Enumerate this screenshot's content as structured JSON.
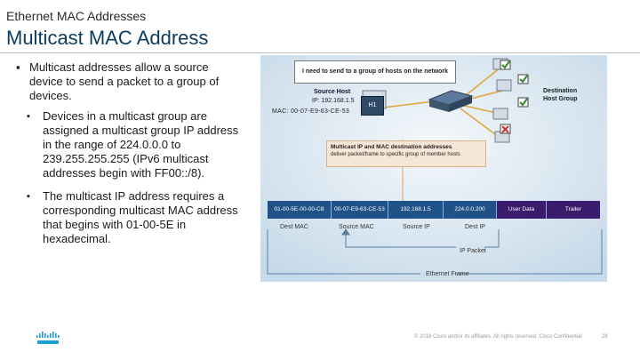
{
  "header": {
    "kicker": "Ethernet MAC Addresses",
    "title": "Multicast MAC Address"
  },
  "bullets": {
    "main": "Multicast addresses allow a source device to send a packet to a group of devices.",
    "sub1": "Devices in a multicast group are assigned a multicast group IP address in the range of 224.0.0.0 to 239.255.255.255 (IPv6 multicast addresses begin with FF00::/8).",
    "sub2": "The multicast IP address requires a corresponding multicast MAC address that begins with 01-00-5E in hexadecimal."
  },
  "figure": {
    "speech": "I need to send to a group of hosts on the network",
    "source_host": "Source Host",
    "source_ip": "IP: 192.168.1.5",
    "source_mac": "MAC: 00-07-E9-63-CE-53",
    "host_label": "H1",
    "dest_title": "Destination",
    "dest_sub": "Host Group",
    "callout_title": "Multicast IP and MAC destination addresses",
    "callout_body": "deliver packet/frame to specific group of member hosts",
    "frame_fields": [
      {
        "text": "01-00-5E-00-00-C8",
        "color": "#1f5289"
      },
      {
        "text": "00-07-E9-63-CE-53",
        "color": "#1f5289"
      },
      {
        "text": "192.168.1.5",
        "color": "#1f5289"
      },
      {
        "text": "224.0.0.200",
        "color": "#1f5289"
      },
      {
        "text": "User Data",
        "color": "#3b1b6e"
      },
      {
        "text": "Trailer",
        "color": "#3b1b6e"
      }
    ],
    "labels": {
      "dest_mac": "Dest MAC",
      "source_mac": "Source MAC",
      "source_ip": "Source IP",
      "dest_ip": "Dest IP"
    },
    "ip_packet": "IP Packet",
    "ethernet_frame": "Ethernet Frame"
  },
  "footer": {
    "copyright": "© 2016  Cisco and/or its affiliates. All rights reserved.   Cisco Confidential",
    "page": "28"
  }
}
